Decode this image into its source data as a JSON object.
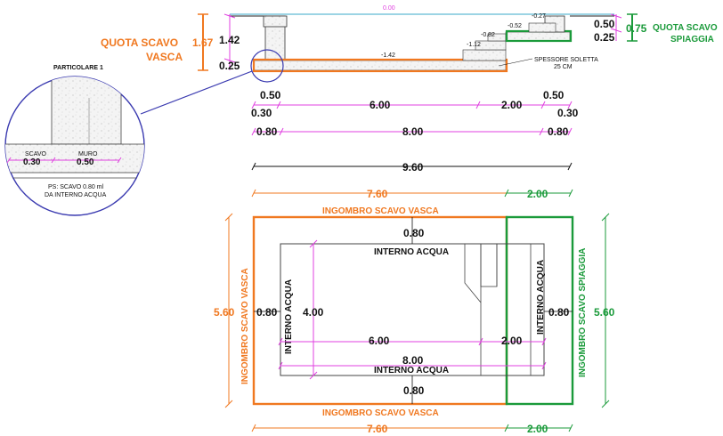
{
  "colors": {
    "orange": "#f07820",
    "green": "#1a9a3a",
    "magenta": "#e040e0",
    "blue": "#3a3ab0",
    "black": "#111111",
    "cyan": "#3aa8c8"
  },
  "section": {
    "water_level": "0.00",
    "left_quota_label_1": "QUOTA SCAVO",
    "left_quota_label_2": "VASCA",
    "left_quota_value": "1.67",
    "left_depth": "1.42",
    "left_slab": "0.25",
    "slab_mark": "-1.42",
    "step_marks": [
      "-0.27",
      "-0.52",
      "-0.82",
      "-1.12"
    ],
    "slab_note_1": "SPESSORE SOLETTA",
    "slab_note_2": "25 CM",
    "right_top": "0.50",
    "right_slab": "0.25",
    "right_total": "0.75",
    "right_quota_label_1": "QUOTA SCAVO",
    "right_quota_label_2": "SPIAGGIA"
  },
  "detail": {
    "title": "PARTICOLARE 1",
    "scavo_label": "SCAVO",
    "scavo_value": "0.30",
    "muro_label": "MURO",
    "muro_value": "0.50",
    "note_1": "PS: SCAVO 0.80 ml",
    "note_2": "DA INTERNO ACQUA"
  },
  "dims": {
    "row1": {
      "a": "0.50",
      "b": "6.00",
      "c": "2.00",
      "d": "0.50"
    },
    "row1_sub": {
      "a": "0.30",
      "d": "0.30"
    },
    "row2": {
      "a": "0.80",
      "b": "8.00",
      "c": "0.80"
    },
    "row3": {
      "total": "9.60"
    },
    "row4": {
      "vasca": "7.60",
      "spiaggia": "2.00"
    }
  },
  "plan": {
    "top_label": "INGOMBRO SCAVO VASCA",
    "bottom_label": "INGOMBRO SCAVO VASCA",
    "left_vertical_label": "INGOMBRO SCAVO VASCA",
    "right_vertical_label": "INGOMBRO SCAVO SPIAGGIA",
    "interno_top": "INTERNO ACQUA",
    "interno_bottom": "INTERNO ACQUA",
    "interno_left": "INTERNO ACQUA",
    "interno_right": "INTERNO ACQUA",
    "offset_top": "0.80",
    "offset_bottom": "0.80",
    "offset_left": "0.80",
    "offset_right": "0.80",
    "width_interior": "4.00",
    "pool_length": "6.00",
    "beach_length": "2.00",
    "total_interior_length": "8.00",
    "height_left": "5.60",
    "height_right": "5.60",
    "bottom_vasca": "7.60",
    "bottom_spiaggia": "2.00"
  }
}
